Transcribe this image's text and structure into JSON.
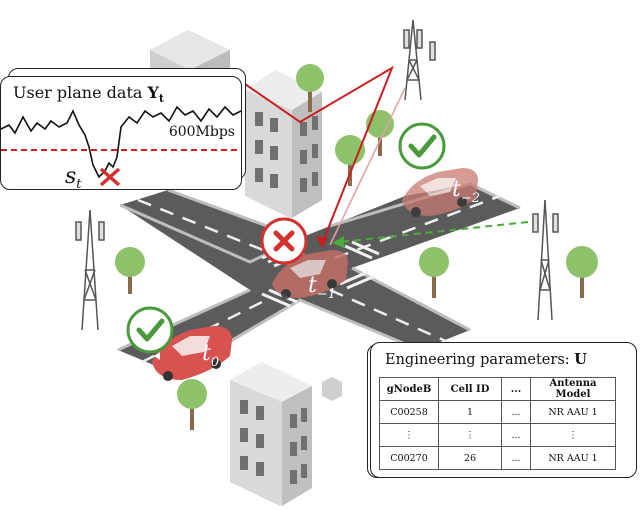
{
  "plot": {
    "title": "User plane data ",
    "title_symbol": "Y",
    "title_subscript": "t",
    "threshold_label": "600Mbps",
    "state_symbol": "s",
    "state_subscript": "t"
  },
  "time_labels": [
    {
      "base": "t",
      "sub": "−2"
    },
    {
      "base": "t",
      "sub": "−1"
    },
    {
      "base": "t",
      "sub": "0"
    }
  ],
  "params": {
    "title": "Engineering parameters: ",
    "title_symbol": "U",
    "columns": [
      "gNodeB",
      "Cell ID",
      "...",
      "Antenna Model"
    ],
    "rows": [
      [
        "C00258",
        "1",
        "...",
        "NR AAU 1"
      ],
      [
        "⋮",
        "⋮",
        "...",
        "⋮"
      ],
      [
        "C00270",
        "26",
        "...",
        "NR AAU 1"
      ]
    ]
  },
  "colors": {
    "road": "#5b5b5b",
    "car": "#d8534f",
    "car_faded": "#c97a72",
    "check": "#4a9a3c",
    "cross": "#d3312f",
    "signal_red": "#c81e1e",
    "signal_green": "#4caa3a",
    "building": "#d9d9d9",
    "tree": "#8dc26a"
  }
}
